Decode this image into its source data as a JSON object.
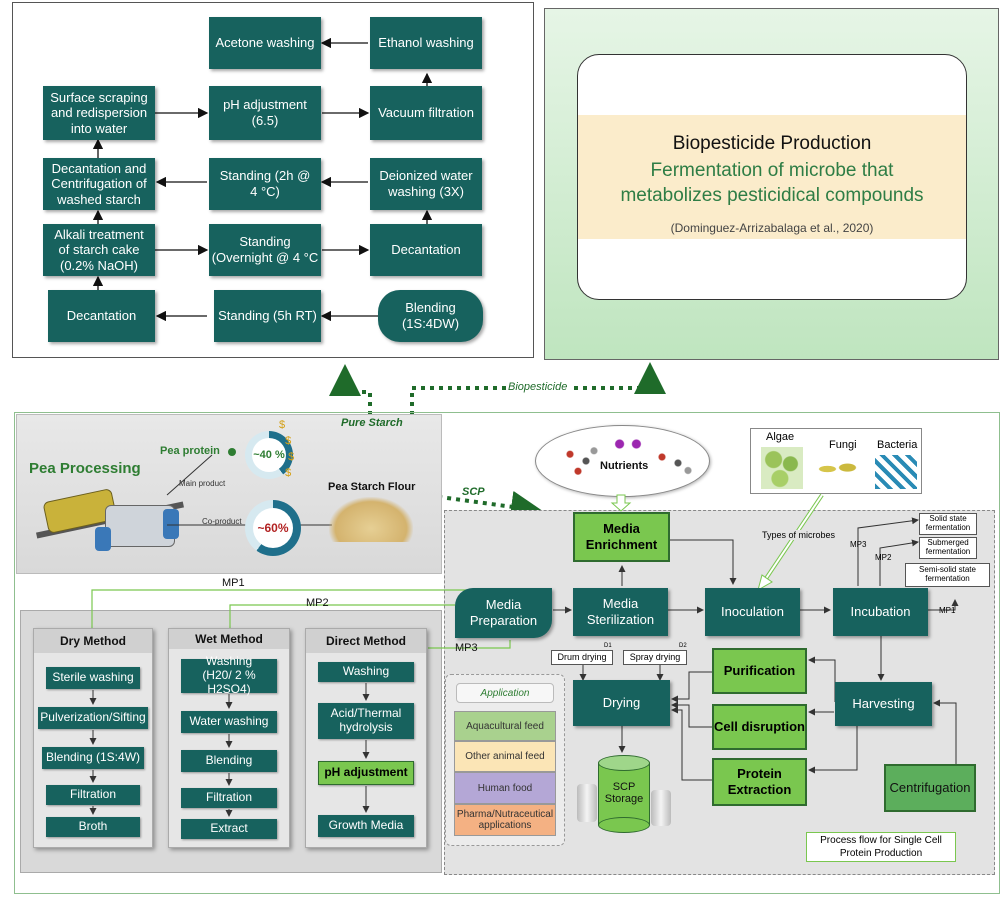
{
  "top_left": {
    "boxes": {
      "acetone": "Acetone washing",
      "ethanol": "Ethanol washing",
      "surface": "Surface scraping\nand redispersion\ninto water",
      "ph": "pH adjustment\n(6.5)",
      "vacuum": "Vacuum filtration",
      "decant_centri": "Decantation and\nCentrifugation of\nwashed starch",
      "stand2h": "Standing (2h @\n4 °C)",
      "deionized": "Deionized water\nwashing (3X)",
      "alkali": "Alkali treatment\nof starch cake\n(0.2% NaOH)",
      "overnight": "Standing\n(Overnight @ 4 °C",
      "decantation1": "Decantation",
      "decantation2": "Decantation",
      "stand5h": "Standing (5h RT)",
      "blending": "Blending\n(1S:4DW)"
    }
  },
  "top_right": {
    "title": "Biopesticide Production",
    "subtitle": "Fermentation of microbe that\nmetabolizes pesticidical compounds",
    "citation": "(Dominguez-Arrizabalaga et al., 2020)"
  },
  "connectors": {
    "pure_starch": "Pure Starch",
    "biopesticide": "Biopesticide",
    "scp": "SCP"
  },
  "pea": {
    "title": "Pea Processing",
    "protein_label": "Pea protein",
    "protein_pct": "~40 %",
    "main_product": "Main product",
    "co_product": "Co-product",
    "starch_pct": "~60%",
    "flour_label": "Pea Starch Flour",
    "protein_fraction": 0.4,
    "starch_fraction": 0.6
  },
  "mp_labels": {
    "mp1": "MP1",
    "mp2": "MP2",
    "mp3": "MP3"
  },
  "methods": {
    "dry": {
      "title": "Dry Method",
      "steps": [
        "Sterile washing",
        "Pulverization/Sifting",
        "Blending (1S:4W)",
        "Filtration",
        "Broth"
      ]
    },
    "wet": {
      "title": "Wet Method",
      "steps": [
        "Washing\n(H20/ 2 % H2SO4)",
        "Water washing",
        "Blending",
        "Filtration",
        "Extract"
      ]
    },
    "direct": {
      "title": "Direct Method",
      "steps": [
        "Washing",
        "Acid/Thermal\nhydrolysis",
        "pH adjustment",
        "Growth Media"
      ]
    }
  },
  "scp": {
    "nutrients": "Nutrients",
    "microbes": {
      "algae": "Algae",
      "fungi": "Fungi",
      "bacteria": "Bacteria",
      "types": "Types of microbes"
    },
    "media_enrichment": "Media\nEnrichment",
    "media_preparation": "Media\nPreparation",
    "media_sterilization": "Media\nSterilization",
    "inoculation": "Inoculation",
    "incubation": "Incubation",
    "harvesting": "Harvesting",
    "centrifugation": "Centrifugation",
    "purification": "Purification",
    "cell_disruption": "Cell disruption",
    "protein_extraction": "Protein\nExtraction",
    "drying": "Drying",
    "scp_storage": "SCP\nStorage",
    "drum_drying": "Drum drying",
    "spray_drying": "Spray drying",
    "d1": "D1",
    "d2": "D2",
    "ferment": {
      "solid": "Solid state\nfermentation",
      "submerged": "Submerged\nfermentation",
      "semisolid": "Semi-solid state\nfermentation"
    },
    "mp_right": {
      "mp3": "MP3",
      "mp2": "MP2",
      "mp1": "MP1"
    },
    "application": {
      "title": "Application",
      "items": [
        "Aquacultural feed",
        "Other animal feed",
        "Human food",
        "Pharma/Nutraceutical\napplications"
      ],
      "colors": [
        "#a9d18e",
        "#fbe5b6",
        "#b4a7d6",
        "#f4b183"
      ]
    },
    "caption": "Process flow for Single Cell\nProtein Production"
  }
}
